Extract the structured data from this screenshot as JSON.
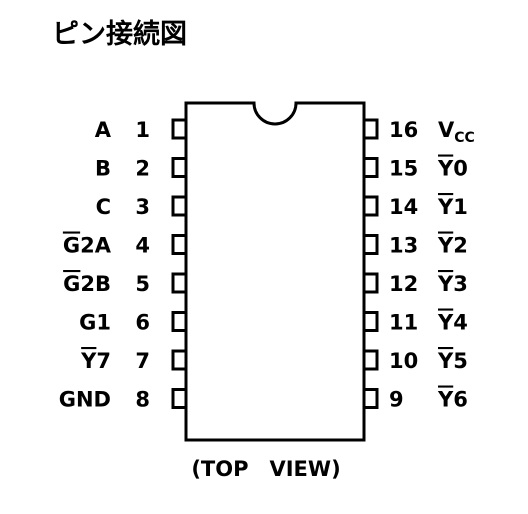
{
  "title": "ピン接続図",
  "view_label": "(TOP　VIEW)",
  "left_pins": [
    {
      "number": "1",
      "label": "A",
      "overbar": ""
    },
    {
      "number": "2",
      "label": "B",
      "overbar": ""
    },
    {
      "number": "3",
      "label": "C",
      "overbar": ""
    },
    {
      "number": "4",
      "label": "2A",
      "overbar": "G"
    },
    {
      "number": "5",
      "label": "2B",
      "overbar": "G"
    },
    {
      "number": "6",
      "label": "G1",
      "overbar": ""
    },
    {
      "number": "7",
      "label": "7",
      "overbar": "Y"
    },
    {
      "number": "8",
      "label": "GND",
      "overbar": ""
    }
  ],
  "right_pins": [
    {
      "number": "16",
      "label": "V",
      "overbar": "",
      "subscript": "CC"
    },
    {
      "number": "15",
      "label": "0",
      "overbar": "Y"
    },
    {
      "number": "14",
      "label": "1",
      "overbar": "Y"
    },
    {
      "number": "13",
      "label": "2",
      "overbar": "Y"
    },
    {
      "number": "12",
      "label": "3",
      "overbar": "Y"
    },
    {
      "number": "11",
      "label": "4",
      "overbar": "Y"
    },
    {
      "number": "10",
      "label": "5",
      "overbar": "Y"
    },
    {
      "number": "9",
      "label": "6",
      "overbar": "Y"
    }
  ]
}
